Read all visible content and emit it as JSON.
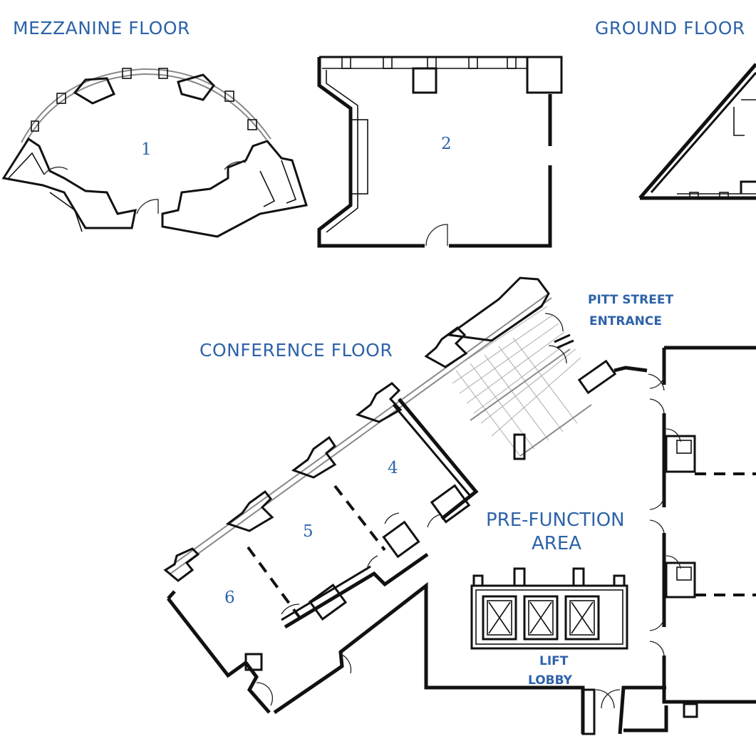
{
  "sections": {
    "mezzanine": "MEZZANINE FLOOR",
    "ground": "GROUND FLOOR",
    "conference": "CONFERENCE FLOOR"
  },
  "areas": {
    "pitt_street_line1": "PITT STREET",
    "pitt_street_line2": "ENTRANCE",
    "prefunction_line1": "PRE-FUNCTION",
    "prefunction_line2": "AREA",
    "lift_line1": "LIFT",
    "lift_line2": "LOBBY"
  },
  "rooms": [
    "1",
    "2",
    "4",
    "5",
    "6"
  ],
  "colors": {
    "label": "#2e63a8",
    "wall": "#111111",
    "background": "#ffffff"
  }
}
